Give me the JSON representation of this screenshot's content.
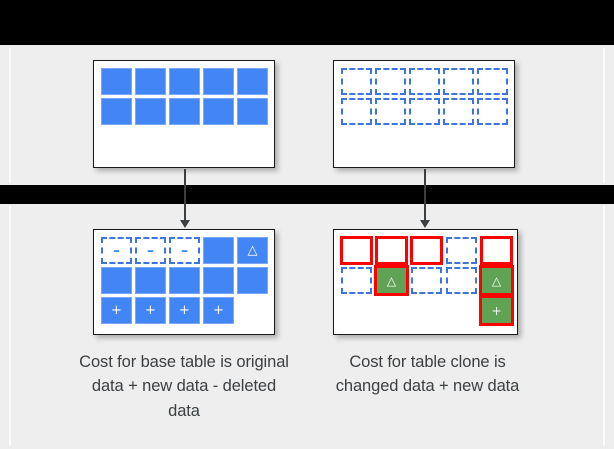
{
  "slide": {
    "background_color": "#eeeeee",
    "bar_color": "#000000"
  },
  "colors": {
    "blue_solid": "#4285f4",
    "blue_dashed_border": "#3d74e0",
    "green_changed": "#60a355",
    "red_highlight": "#ff0000",
    "table_border": "#1a1a1a",
    "text": "#3c4043"
  },
  "tables": {
    "base_before": {
      "name": "base table before",
      "rows": [
        [
          {
            "state": "solid",
            "glyph": ""
          },
          {
            "state": "solid",
            "glyph": ""
          },
          {
            "state": "solid",
            "glyph": ""
          },
          {
            "state": "solid",
            "glyph": ""
          },
          {
            "state": "solid",
            "glyph": ""
          }
        ],
        [
          {
            "state": "solid",
            "glyph": ""
          },
          {
            "state": "solid",
            "glyph": ""
          },
          {
            "state": "solid",
            "glyph": ""
          },
          {
            "state": "solid",
            "glyph": ""
          },
          {
            "state": "solid",
            "glyph": ""
          }
        ]
      ]
    },
    "clone_before": {
      "name": "table clone before",
      "rows": [
        [
          {
            "state": "dashed",
            "glyph": ""
          },
          {
            "state": "dashed",
            "glyph": ""
          },
          {
            "state": "dashed",
            "glyph": ""
          },
          {
            "state": "dashed",
            "glyph": ""
          },
          {
            "state": "dashed",
            "glyph": ""
          }
        ],
        [
          {
            "state": "dashed",
            "glyph": ""
          },
          {
            "state": "dashed",
            "glyph": ""
          },
          {
            "state": "dashed",
            "glyph": ""
          },
          {
            "state": "dashed",
            "glyph": ""
          },
          {
            "state": "dashed",
            "glyph": ""
          }
        ]
      ]
    },
    "base_after": {
      "name": "base table after",
      "rows": [
        [
          {
            "state": "dashed",
            "glyph": "–"
          },
          {
            "state": "dashed",
            "glyph": "–"
          },
          {
            "state": "dashed",
            "glyph": "–"
          },
          {
            "state": "solid",
            "glyph": ""
          },
          {
            "state": "solid",
            "glyph": "△"
          }
        ],
        [
          {
            "state": "solid",
            "glyph": ""
          },
          {
            "state": "solid",
            "glyph": ""
          },
          {
            "state": "solid",
            "glyph": ""
          },
          {
            "state": "solid",
            "glyph": ""
          },
          {
            "state": "solid",
            "glyph": ""
          }
        ],
        [
          {
            "state": "solid",
            "glyph": "+"
          },
          {
            "state": "solid",
            "glyph": "+"
          },
          {
            "state": "solid",
            "glyph": "+"
          },
          {
            "state": "solid",
            "glyph": "+"
          },
          {
            "state": "empty",
            "glyph": ""
          }
        ]
      ]
    },
    "clone_after": {
      "name": "table clone after",
      "rows": [
        [
          {
            "state": "dashed",
            "glyph": "",
            "highlight": true
          },
          {
            "state": "dashed",
            "glyph": "",
            "highlight": true
          },
          {
            "state": "dashed",
            "glyph": "",
            "highlight": true
          },
          {
            "state": "dashed",
            "glyph": "",
            "highlight": false
          },
          {
            "state": "dashed",
            "glyph": "",
            "highlight": true
          }
        ],
        [
          {
            "state": "dashed",
            "glyph": "",
            "highlight": false
          },
          {
            "state": "green",
            "glyph": "△",
            "highlight": true
          },
          {
            "state": "dashed",
            "glyph": "",
            "highlight": false
          },
          {
            "state": "dashed",
            "glyph": "",
            "highlight": false
          },
          {
            "state": "green",
            "glyph": "△",
            "highlight": true
          }
        ],
        [
          {
            "state": "empty",
            "glyph": "",
            "highlight": false
          },
          {
            "state": "empty",
            "glyph": "",
            "highlight": false
          },
          {
            "state": "empty",
            "glyph": "",
            "highlight": false
          },
          {
            "state": "empty",
            "glyph": "",
            "highlight": false
          },
          {
            "state": "green",
            "glyph": "+",
            "highlight": true
          }
        ]
      ]
    }
  },
  "arrows": {
    "left": {
      "name": "base-table-arrow"
    },
    "right": {
      "name": "table-clone-arrow"
    }
  },
  "captions": {
    "base": "Cost for base table is original data + new data - deleted data",
    "clone": "Cost for table clone is changed data + new data"
  }
}
